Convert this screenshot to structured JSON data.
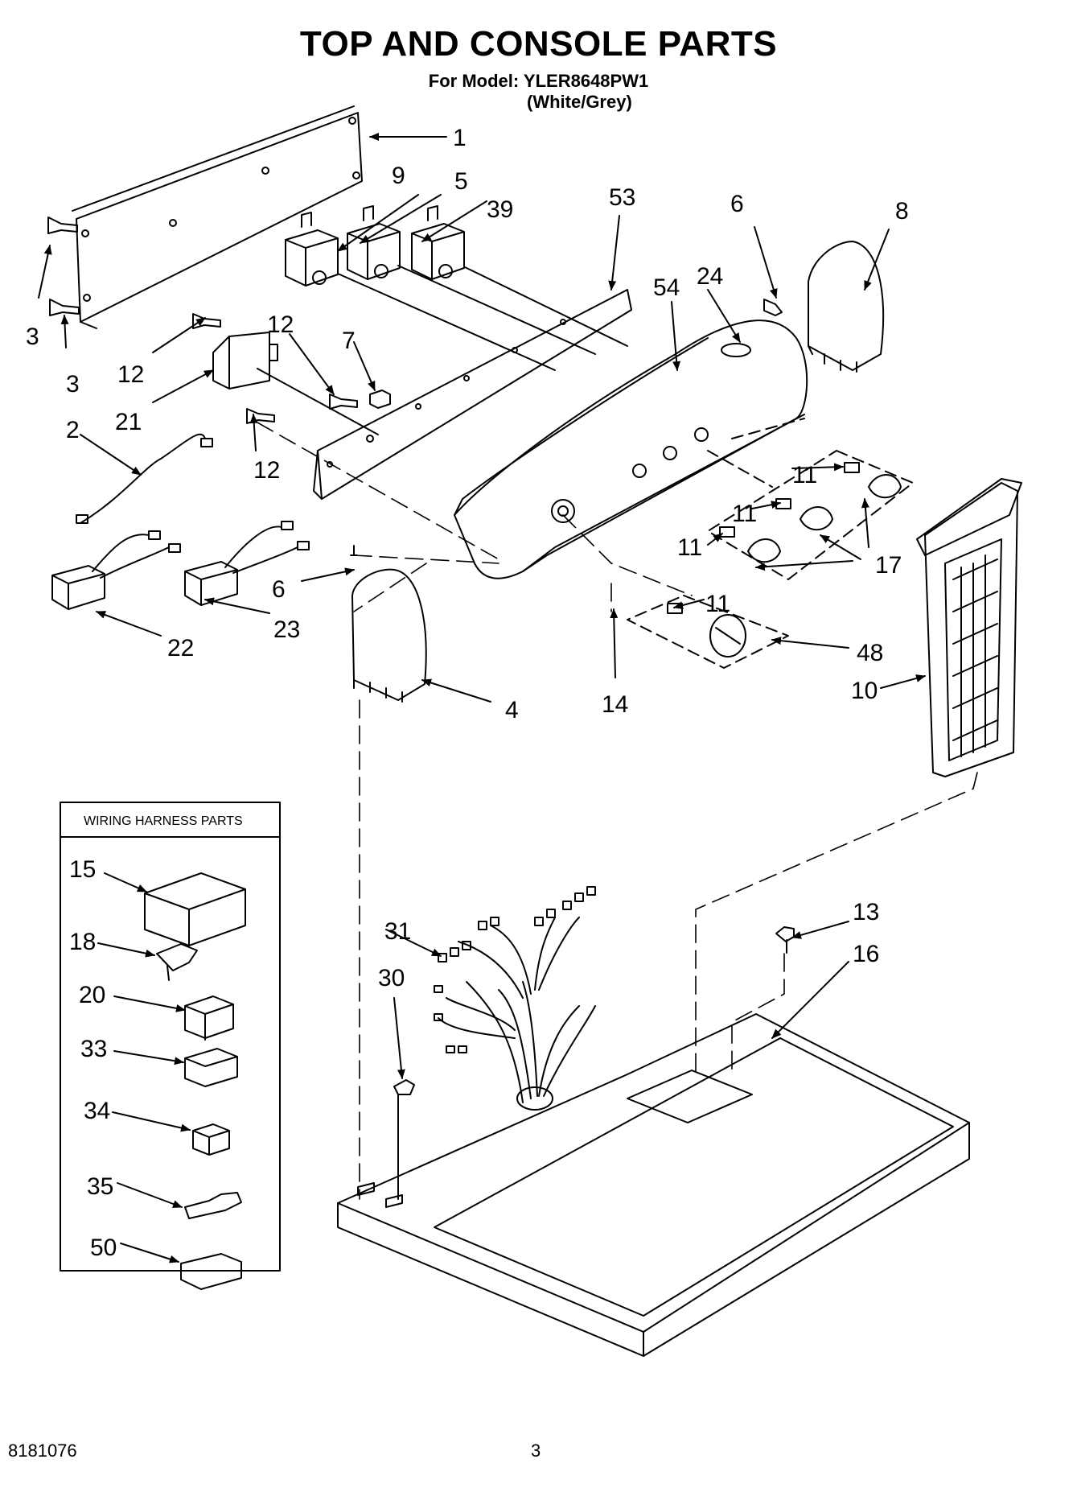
{
  "header": {
    "title": "TOP AND CONSOLE PARTS",
    "model_line": "For Model: YLER8648PW1",
    "color_line": "(White/Grey)"
  },
  "footer": {
    "doc_number": "8181076",
    "page_number": "3"
  },
  "wiring_box": {
    "title": "WIRING HARNESS PARTS"
  },
  "callouts": {
    "c1": "1",
    "c2": "2",
    "c3a": "3",
    "c3b": "3",
    "c4": "4",
    "c5": "5",
    "c6a": "6",
    "c6b": "6",
    "c7": "7",
    "c8": "8",
    "c9": "9",
    "c10": "10",
    "c11a": "11",
    "c11b": "11",
    "c11c": "11",
    "c11d": "11",
    "c12a": "12",
    "c12b": "12",
    "c12c": "12",
    "c13": "13",
    "c14": "14",
    "c16": "16",
    "c17": "17",
    "c21": "21",
    "c22": "22",
    "c23": "23",
    "c24": "24",
    "c30": "30",
    "c31": "31",
    "c39": "39",
    "c48": "48",
    "c53": "53",
    "c54": "54",
    "w15": "15",
    "w18": "18",
    "w20": "20",
    "w33": "33",
    "w34": "34",
    "w35": "35",
    "w50": "50"
  }
}
